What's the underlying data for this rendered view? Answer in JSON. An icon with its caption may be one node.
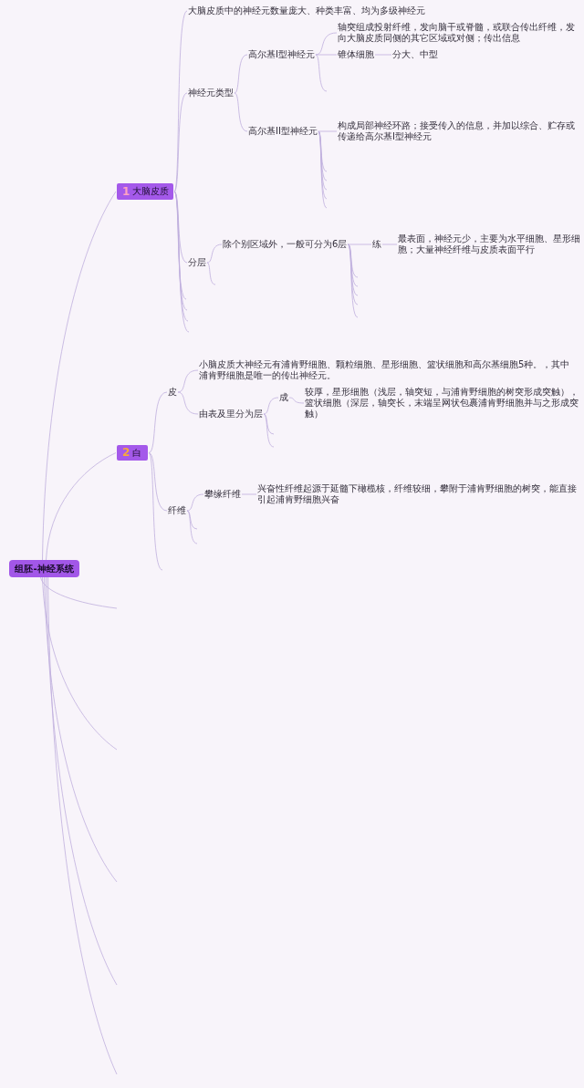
{
  "diagram": {
    "nodes": [
      {
        "text": [
          "组胚-神经系统"
        ]
      },
      {
        "text": [
          "1",
          "大脑皮质"
        ]
      },
      {
        "text": [
          "大脑皮质中的神经元数量庞大、种类丰富、均为多级神经元"
        ]
      },
      {
        "text": [
          "神经元类型"
        ]
      },
      {
        "text": [
          "高尔基I型神经元"
        ]
      },
      {
        "text": [
          "轴突组成投射纤维，发向脑干或脊髓，或联合传出纤维，发向大脑皮质同侧的其它区域或对侧；传出信息"
        ]
      },
      {
        "text": [
          "锥体细胞"
        ]
      },
      {
        "text": [
          "分大、中型"
        ]
      },
      {
        "text": [
          "高尔基II型神经元"
        ]
      },
      {
        "text": [
          "构成局部神经环路；接受传入的信息，并加以综合、贮存或传递给高尔基I型神经元"
        ]
      },
      {
        "text": [
          "分层"
        ]
      },
      {
        "text": [
          "除个别区域外，一般可分为6层"
        ]
      },
      {
        "text": [
          "练"
        ]
      },
      {
        "text": [
          "最表面，神经元少，主要为水平细胞、星形细胞；大量神经纤维与皮质表面平行"
        ]
      },
      {
        "text": [
          "2",
          "白"
        ]
      },
      {
        "text": [
          "皮"
        ]
      },
      {
        "text": [
          "小脑皮质大神经元有浦肯野细胞、颗粒细胞、星形细胞、篮状细胞和高尔基细胞5种。，其中浦肯野细胞是唯一的传出神经元。"
        ]
      },
      {
        "text": [
          "由表及里分为层"
        ]
      },
      {
        "text": [
          "成"
        ]
      },
      {
        "text": [
          "较厚，星形细胞（浅层，轴突短，与浦肯野细胞的树突形成突触），篮状细胞（深层，轴突长，末端呈网状包裹浦肯野细胞并与之形成突触）"
        ]
      },
      {
        "text": [
          "纤维"
        ]
      },
      {
        "text": [
          "攀缘纤维"
        ]
      },
      {
        "text": [
          "兴奋性纤维起源于延髓下橄榄核，纤维较细，攀附于浦肯野细胞的树突，能直接引起浦肯野细胞兴奋"
        ]
      }
    ],
    "edges": [
      {
        "from": 0,
        "to": 1,
        "arrow": "none"
      },
      {
        "from": 0,
        "to": 14,
        "arrow": "none"
      },
      {
        "from": 0,
        "to": null,
        "arrow": "none"
      },
      {
        "from": 0,
        "to": null,
        "arrow": "none"
      },
      {
        "from": 0,
        "to": null,
        "arrow": "none"
      },
      {
        "from": 0,
        "to": null,
        "arrow": "none"
      },
      {
        "from": 0,
        "to": null,
        "arrow": "none"
      },
      {
        "from": 1,
        "to": 2,
        "arrow": "none"
      },
      {
        "from": 1,
        "to": 3,
        "arrow": "none"
      },
      {
        "from": 1,
        "to": 10,
        "arrow": "none"
      },
      {
        "from": 1,
        "to": null,
        "arrow": "none"
      },
      {
        "from": 1,
        "to": null,
        "arrow": "none"
      },
      {
        "from": 1,
        "to": null,
        "arrow": "none"
      },
      {
        "from": 1,
        "to": null,
        "arrow": "none"
      },
      {
        "from": 3,
        "to": 4,
        "arrow": "none"
      },
      {
        "from": 3,
        "to": 8,
        "arrow": "none"
      },
      {
        "from": 4,
        "to": 5,
        "arrow": "none"
      },
      {
        "from": 4,
        "to": 6,
        "arrow": "none"
      },
      {
        "from": 4,
        "to": null,
        "arrow": "none"
      },
      {
        "from": 6,
        "to": 7,
        "arrow": "none"
      },
      {
        "from": 8,
        "to": 9,
        "arrow": "none"
      },
      {
        "from": 8,
        "to": null,
        "arrow": "none"
      },
      {
        "from": 8,
        "to": null,
        "arrow": "none"
      },
      {
        "from": 8,
        "to": null,
        "arrow": "none"
      },
      {
        "from": 8,
        "to": null,
        "arrow": "none"
      },
      {
        "from": 8,
        "to": null,
        "arrow": "none"
      },
      {
        "from": 10,
        "to": 11,
        "arrow": "none"
      },
      {
        "from": 10,
        "to": null,
        "arrow": "none"
      },
      {
        "from": 11,
        "to": 12,
        "arrow": "none"
      },
      {
        "from": 11,
        "to": null,
        "arrow": "none"
      },
      {
        "from": 11,
        "to": null,
        "arrow": "none"
      },
      {
        "from": 11,
        "to": null,
        "arrow": "none"
      },
      {
        "from": 11,
        "to": null,
        "arrow": "none"
      },
      {
        "from": 11,
        "to": null,
        "arrow": "none"
      },
      {
        "from": 12,
        "to": 13,
        "arrow": "none"
      },
      {
        "from": 14,
        "to": 15,
        "arrow": "none"
      },
      {
        "from": 14,
        "to": 20,
        "arrow": "none"
      },
      {
        "from": 14,
        "to": null,
        "arrow": "none"
      },
      {
        "from": 15,
        "to": 16,
        "arrow": "none"
      },
      {
        "from": 15,
        "to": 17,
        "arrow": "none"
      },
      {
        "from": 17,
        "to": 18,
        "arrow": "none"
      },
      {
        "from": 17,
        "to": null,
        "arrow": "none"
      },
      {
        "from": 17,
        "to": null,
        "arrow": "none"
      },
      {
        "from": 18,
        "to": 19,
        "arrow": "none"
      },
      {
        "from": 20,
        "to": 21,
        "arrow": "none"
      },
      {
        "from": 20,
        "to": null,
        "arrow": "none"
      },
      {
        "from": 20,
        "to": null,
        "arrow": "none"
      },
      {
        "from": 21,
        "to": 22,
        "arrow": "none"
      }
    ]
  }
}
